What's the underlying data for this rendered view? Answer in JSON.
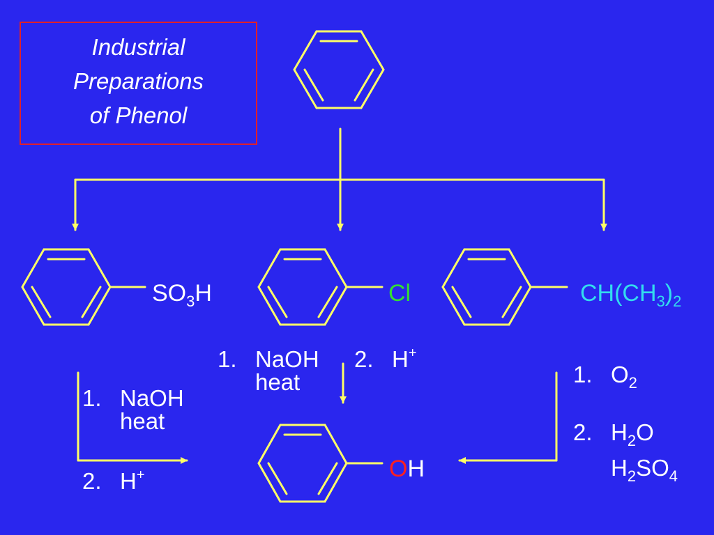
{
  "title": {
    "line1": "Industrial",
    "line2": "Preparations",
    "line3": "of Phenol"
  },
  "colors": {
    "background": "#2a26ee",
    "bond": "#ffff66",
    "arrow": "#ffff66",
    "title_border": "#e0202a",
    "text": "#ffffff",
    "chloro": "#33dd33",
    "cumene": "#33ddee",
    "oxygen": "#ff2020"
  },
  "substituents": {
    "sulfonic": {
      "main": "SO",
      "sub": "3",
      "tail": "H"
    },
    "chloro": {
      "text": "Cl"
    },
    "cumene": {
      "pre": "CH(CH",
      "sub1": "3",
      "mid": ")",
      "sub2": "2"
    },
    "phenol": {
      "o": "O",
      "h": "H"
    }
  },
  "reagents": {
    "sulfonate": {
      "step1_num": "1.",
      "step1_name": "NaOH",
      "step1_cond": "heat",
      "step2_num": "2.",
      "step2_name": "H",
      "step2_sup": "+"
    },
    "chloro": {
      "step1_num": "1.",
      "step1_name": "NaOH",
      "step1_cond": "heat",
      "step2_num": "2.",
      "step2_name": "H",
      "step2_sup": "+"
    },
    "cumene": {
      "step1_num": "1.",
      "step1_name": "O",
      "step1_sub": "2",
      "step2_num": "2.",
      "step2_a": "H",
      "step2_a_sub": "2",
      "step2_a_tail": "O",
      "step2_b": "H",
      "step2_b_sub": "2",
      "step2_b_mid": "SO",
      "step2_b_sub2": "4"
    }
  }
}
